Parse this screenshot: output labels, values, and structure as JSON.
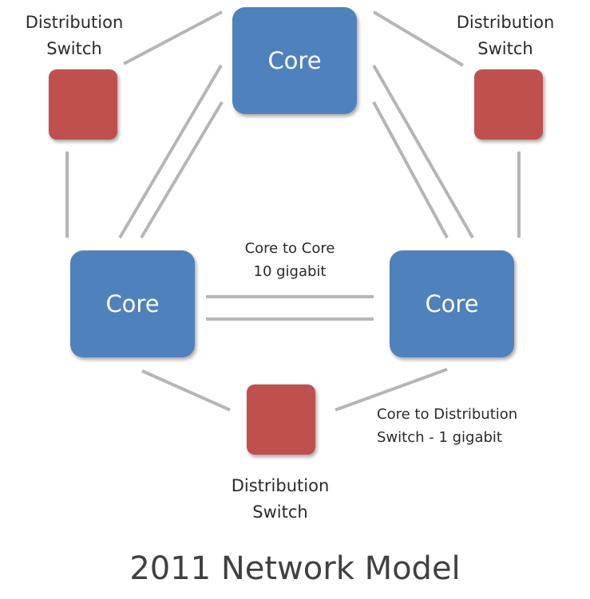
{
  "colors": {
    "core_fill": "#4f81bd",
    "distribution_fill": "#c0504d",
    "link_color": "#b5b5b5",
    "text_color": "#2a2a2a"
  },
  "cores": {
    "top": "Core",
    "left": "Core",
    "right": "Core"
  },
  "labels": {
    "dist_top_left": [
      "Distribution",
      "Switch"
    ],
    "dist_top_right": [
      "Distribution",
      "Switch"
    ],
    "dist_bottom": [
      "Distribution",
      "Switch"
    ],
    "core_to_core": [
      "Core to Core",
      "10 gigabit"
    ],
    "core_to_dist": [
      "Core to Distribution",
      "Switch - 1 gigabit"
    ]
  },
  "title": "2011 Network Model"
}
